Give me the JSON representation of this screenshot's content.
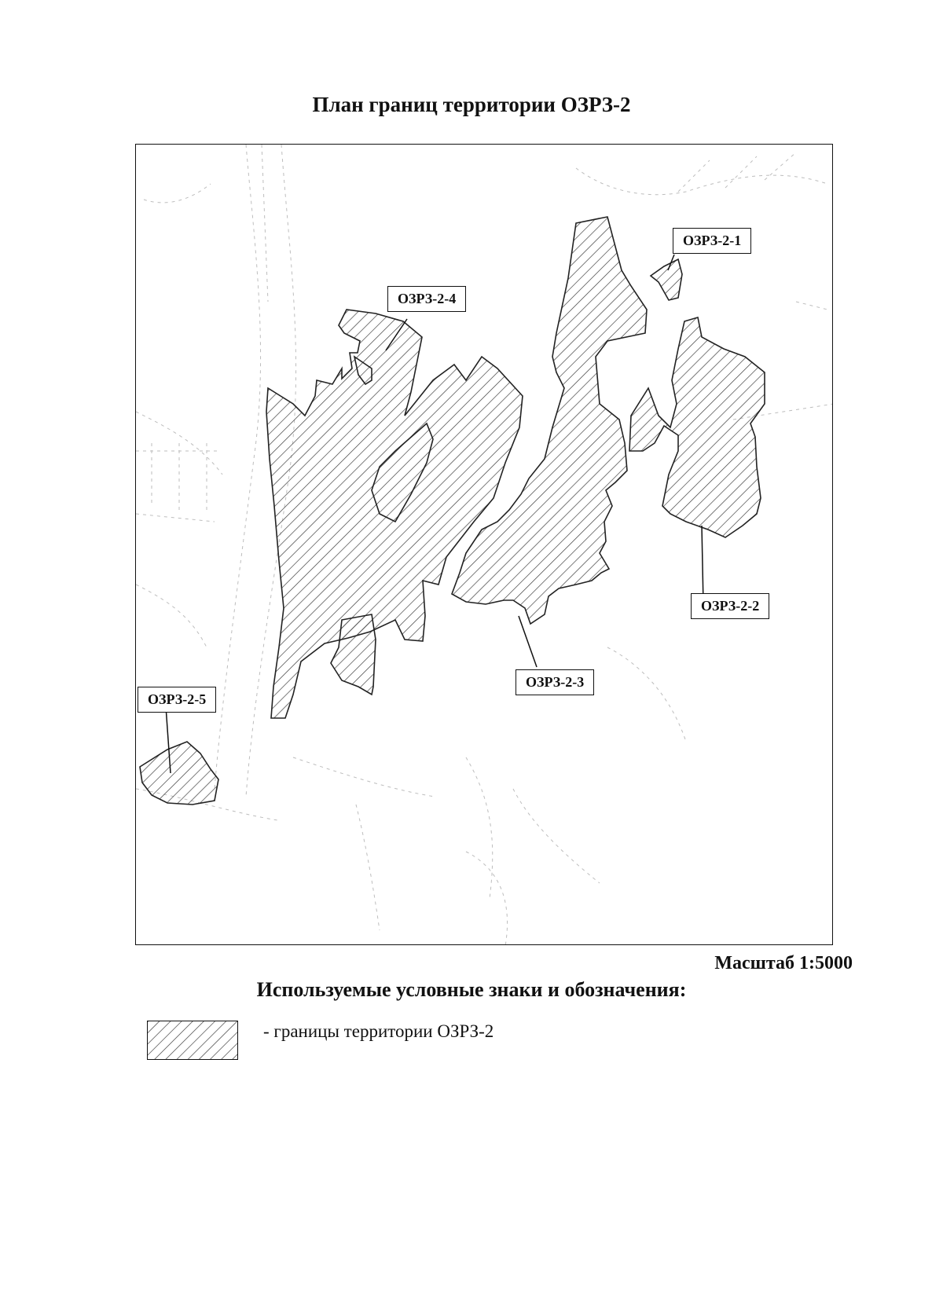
{
  "document": {
    "title": "План границ территории ОЗРЗ-2",
    "scale": "Масштаб 1:5000"
  },
  "map": {
    "zones": [
      {
        "id": "ozrz-2-1",
        "label": "ОЗРЗ-2-1"
      },
      {
        "id": "ozrz-2-2",
        "label": "ОЗРЗ-2-2"
      },
      {
        "id": "ozrz-2-3",
        "label": "ОЗРЗ-2-3"
      },
      {
        "id": "ozrz-2-4",
        "label": "ОЗРЗ-2-4"
      },
      {
        "id": "ozrz-2-5",
        "label": "ОЗРЗ-2-5"
      }
    ],
    "hatch_color": "#333333"
  },
  "legend": {
    "heading": "Используемые условные знаки и обозначения:",
    "items": [
      {
        "symbol": "diagonal-hatch",
        "text": "- границы территории ОЗРЗ-2"
      }
    ]
  }
}
